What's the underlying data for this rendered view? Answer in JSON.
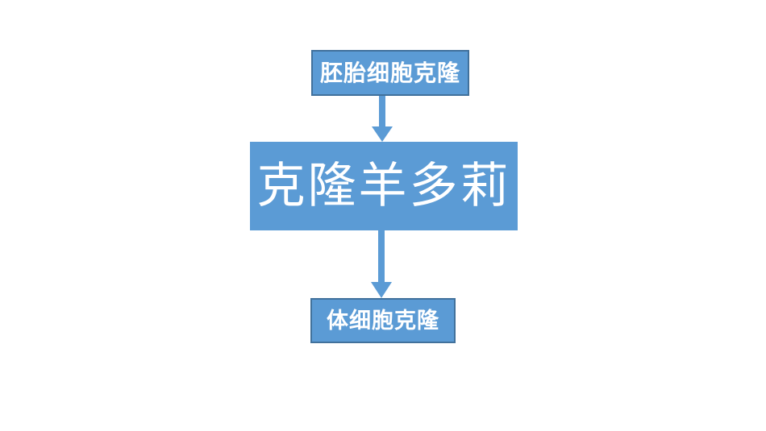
{
  "slide": {
    "background_color": "#FFFFFF",
    "colors": {
      "box_fill": "#5B9BD5",
      "box_border": "#41719C",
      "arrow": "#5B9BD5",
      "text": "#FFFFFF"
    },
    "diagram": {
      "type": "flowchart",
      "direction": "top-to-bottom",
      "nodes": {
        "top": {
          "label": "胚胎细胞克隆"
        },
        "center": {
          "label": "克隆羊多莉"
        },
        "bottom": {
          "label": "体细胞克隆"
        }
      },
      "edges": [
        {
          "from": "top",
          "to": "center",
          "style": "arrow-down"
        },
        {
          "from": "center",
          "to": "bottom",
          "style": "arrow-down"
        }
      ]
    }
  }
}
